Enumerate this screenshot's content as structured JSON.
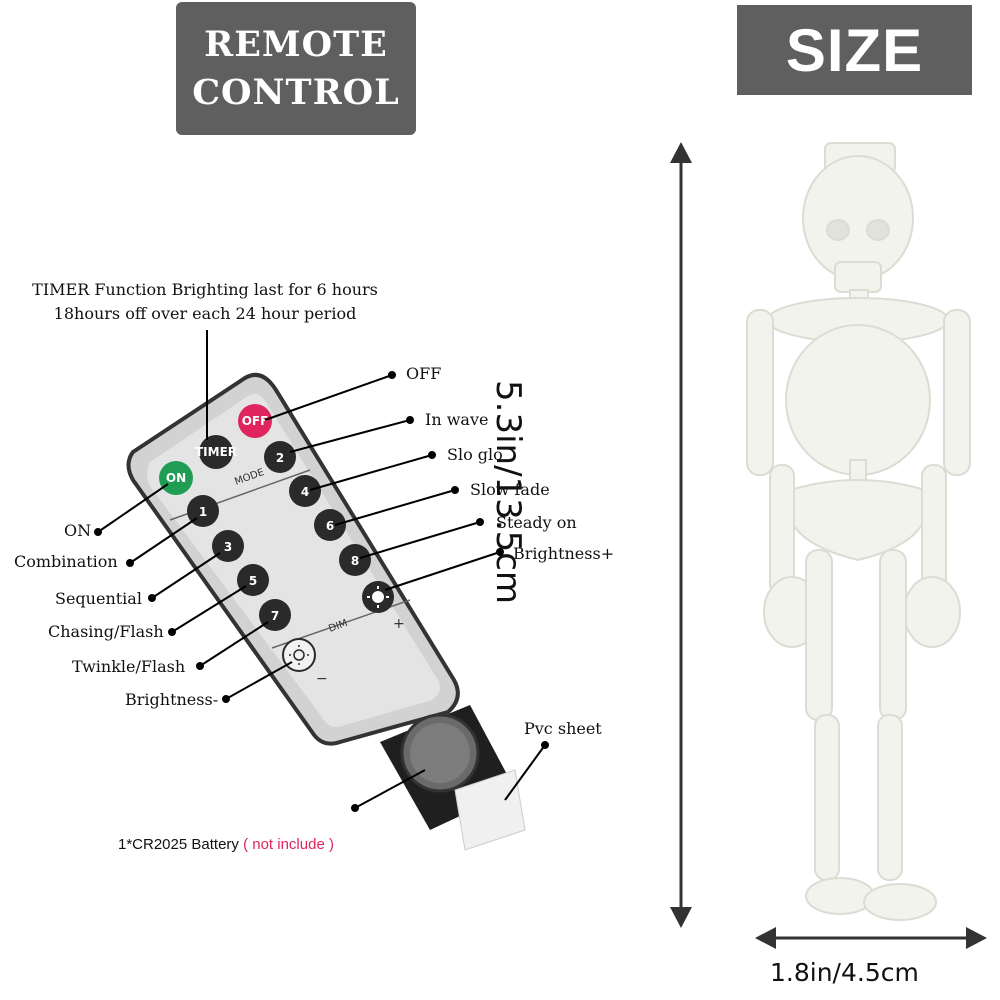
{
  "banners": {
    "remote_line1": "REMOTE",
    "remote_line2": "CONTROL",
    "size": "SIZE"
  },
  "timer_note": {
    "line1": "TIMER Function Brighting last for 6 hours",
    "line2": "18hours off over each 24 hour period"
  },
  "labels": {
    "off": "OFF",
    "in_wave": "In wave",
    "slo_glo": "Slo glo",
    "slow_fade": "Slow fade",
    "steady_on": "Steady on",
    "brightness_plus": "Brightness+",
    "on": "ON",
    "combination": "Combination",
    "sequential": "Sequential",
    "chasing_flash": "Chasing/Flash",
    "twinkle_flash": "Twinkle/Flash",
    "brightness_minus": "Brightness-",
    "pvc_sheet": "Pvc sheet"
  },
  "battery": {
    "text": "1*CR2025 Battery",
    "note": "( not include )"
  },
  "remote": {
    "on": "ON",
    "timer": "TIMER",
    "off": "OFF",
    "mode": "MODE",
    "dim": "DIM",
    "plus": "+",
    "minus": "−",
    "keys": [
      "1",
      "2",
      "3",
      "4",
      "5",
      "6",
      "7",
      "8"
    ]
  },
  "dimensions": {
    "height": "5.3in/13.5cm",
    "width": "1.8in/4.5cm"
  },
  "colors": {
    "banner_bg": "#5f5f5f",
    "on_button": "#1f9d55",
    "off_button": "#e0245e",
    "battery_note": "#e0245e"
  }
}
